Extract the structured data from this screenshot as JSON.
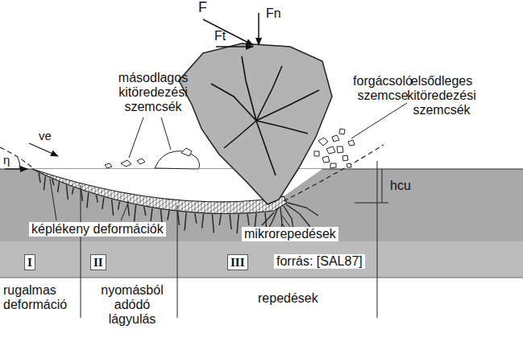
{
  "diagram": {
    "labels": [
      "F",
      "Fn",
      "Ft",
      "forgácsoló szemcse",
      "másodlagos kitöredezési szemcsék",
      "elsődleges kitöredezési szemcsék",
      "η",
      "ve",
      "hcu",
      "képlékeny deformációk",
      "mikrorepedések",
      "I",
      "II",
      "III",
      "forrás: [SAL87]",
      "rugalmas deformáció",
      "nyomásból adódó lágyulás",
      "repedések"
    ]
  }
}
